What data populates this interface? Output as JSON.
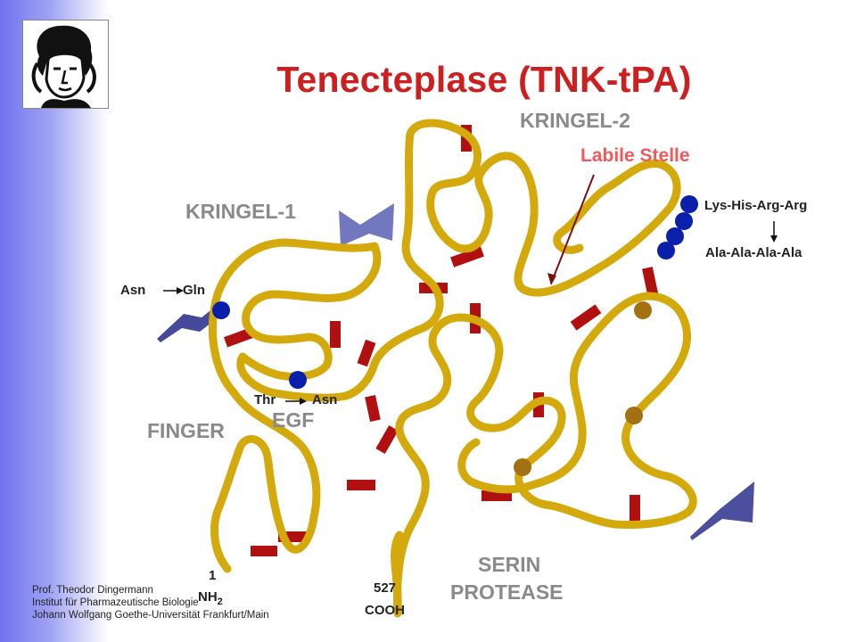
{
  "title": "Tenecteplase (TNK-tPA)",
  "domains": {
    "kringel2": "KRINGEL-2",
    "kringel1": "KRINGEL-1",
    "finger": "FINGER",
    "egf": "EGF",
    "serin1": "SERIN",
    "serin2": "PROTEASE"
  },
  "labile": "Labile Stelle",
  "mutations": {
    "lys_his": "Lys-His-Arg-Arg",
    "ala": "Ala-Ala-Ala-Ala",
    "asn": "Asn",
    "gln": "Gln",
    "thr": "Thr",
    "asn2": "Asn"
  },
  "termini": {
    "n_num": "1",
    "n_label": "NH",
    "n_sub": "2",
    "c_num": "527",
    "c_label": "COOH"
  },
  "footer": {
    "line1": "Prof. Theodor  Dingermann",
    "line2": "Institut für Pharmazeutische  Biologie",
    "line3": "Johann Wolfgang Goethe-Universität Frankfurt/Main"
  },
  "colors": {
    "chain": "#d4a90c",
    "bridge": "#b01010",
    "mutation_dot": "#0a1faa",
    "glyco_dot": "#a37012",
    "title": "#cc1f1f"
  }
}
